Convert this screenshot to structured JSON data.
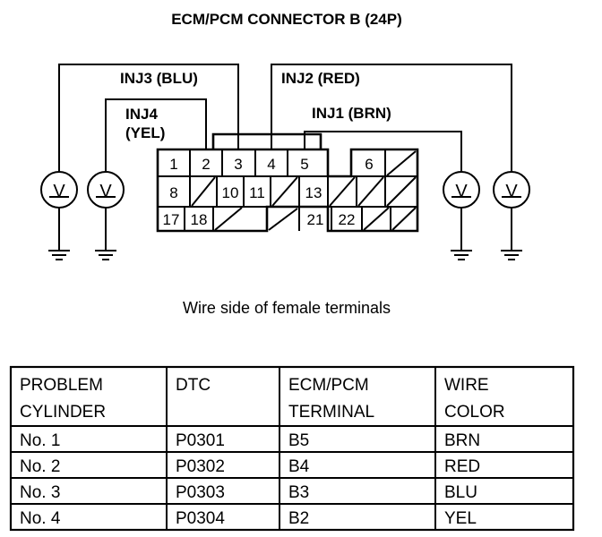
{
  "title": "ECM/PCM CONNECTOR B (24P)",
  "wire_labels": {
    "inj3": "INJ3 (BLU)",
    "inj2": "INJ2 (RED)",
    "inj4_line1": "INJ4",
    "inj4_line2": "(YEL)",
    "inj1": "INJ1 (BRN)"
  },
  "pins": {
    "p1": "1",
    "p2": "2",
    "p3": "3",
    "p4": "4",
    "p5": "5",
    "p6": "6",
    "p8": "8",
    "p10": "10",
    "p11": "11",
    "p13": "13",
    "p17": "17",
    "p18": "18",
    "p21": "21",
    "p22": "22"
  },
  "meter_symbol": "V",
  "caption": "Wire side of female terminals",
  "table": {
    "headers": [
      [
        "PROBLEM",
        "CYLINDER"
      ],
      [
        "DTC",
        ""
      ],
      [
        "ECM/PCM",
        "TERMINAL"
      ],
      [
        "WIRE",
        "COLOR"
      ]
    ],
    "rows": [
      [
        "No. 1",
        "P0301",
        "B5",
        "BRN"
      ],
      [
        "No. 2",
        "P0302",
        "B4",
        "RED"
      ],
      [
        "No. 3",
        "P0303",
        "B3",
        "BLU"
      ],
      [
        "No. 4",
        "P0304",
        "B2",
        "YEL"
      ]
    ]
  }
}
